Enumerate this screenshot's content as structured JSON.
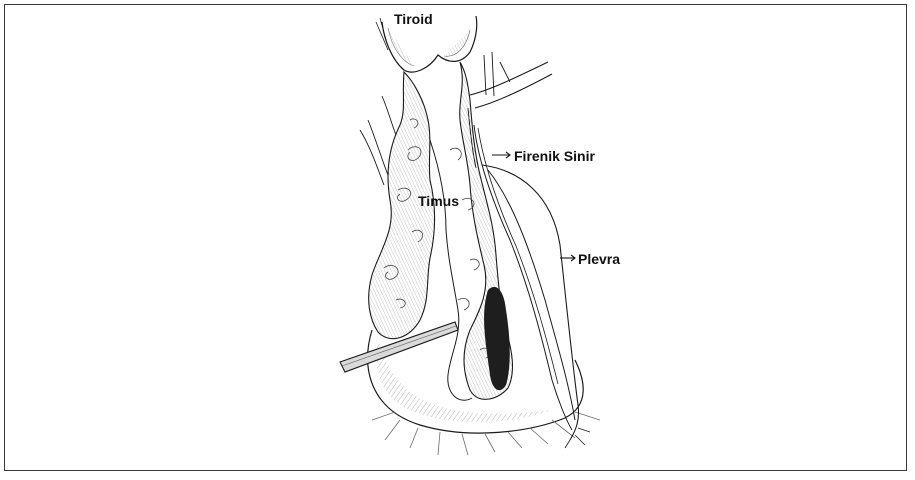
{
  "labels": {
    "tiroid": "Tiroid",
    "timus": "Timus",
    "firenik_sinir": "Firenik Sinir",
    "plevra": "Plevra"
  },
  "colors": {
    "ink": "#1a1a1a",
    "shading": "#6b6b6b",
    "frame": "#3a3a3a"
  }
}
